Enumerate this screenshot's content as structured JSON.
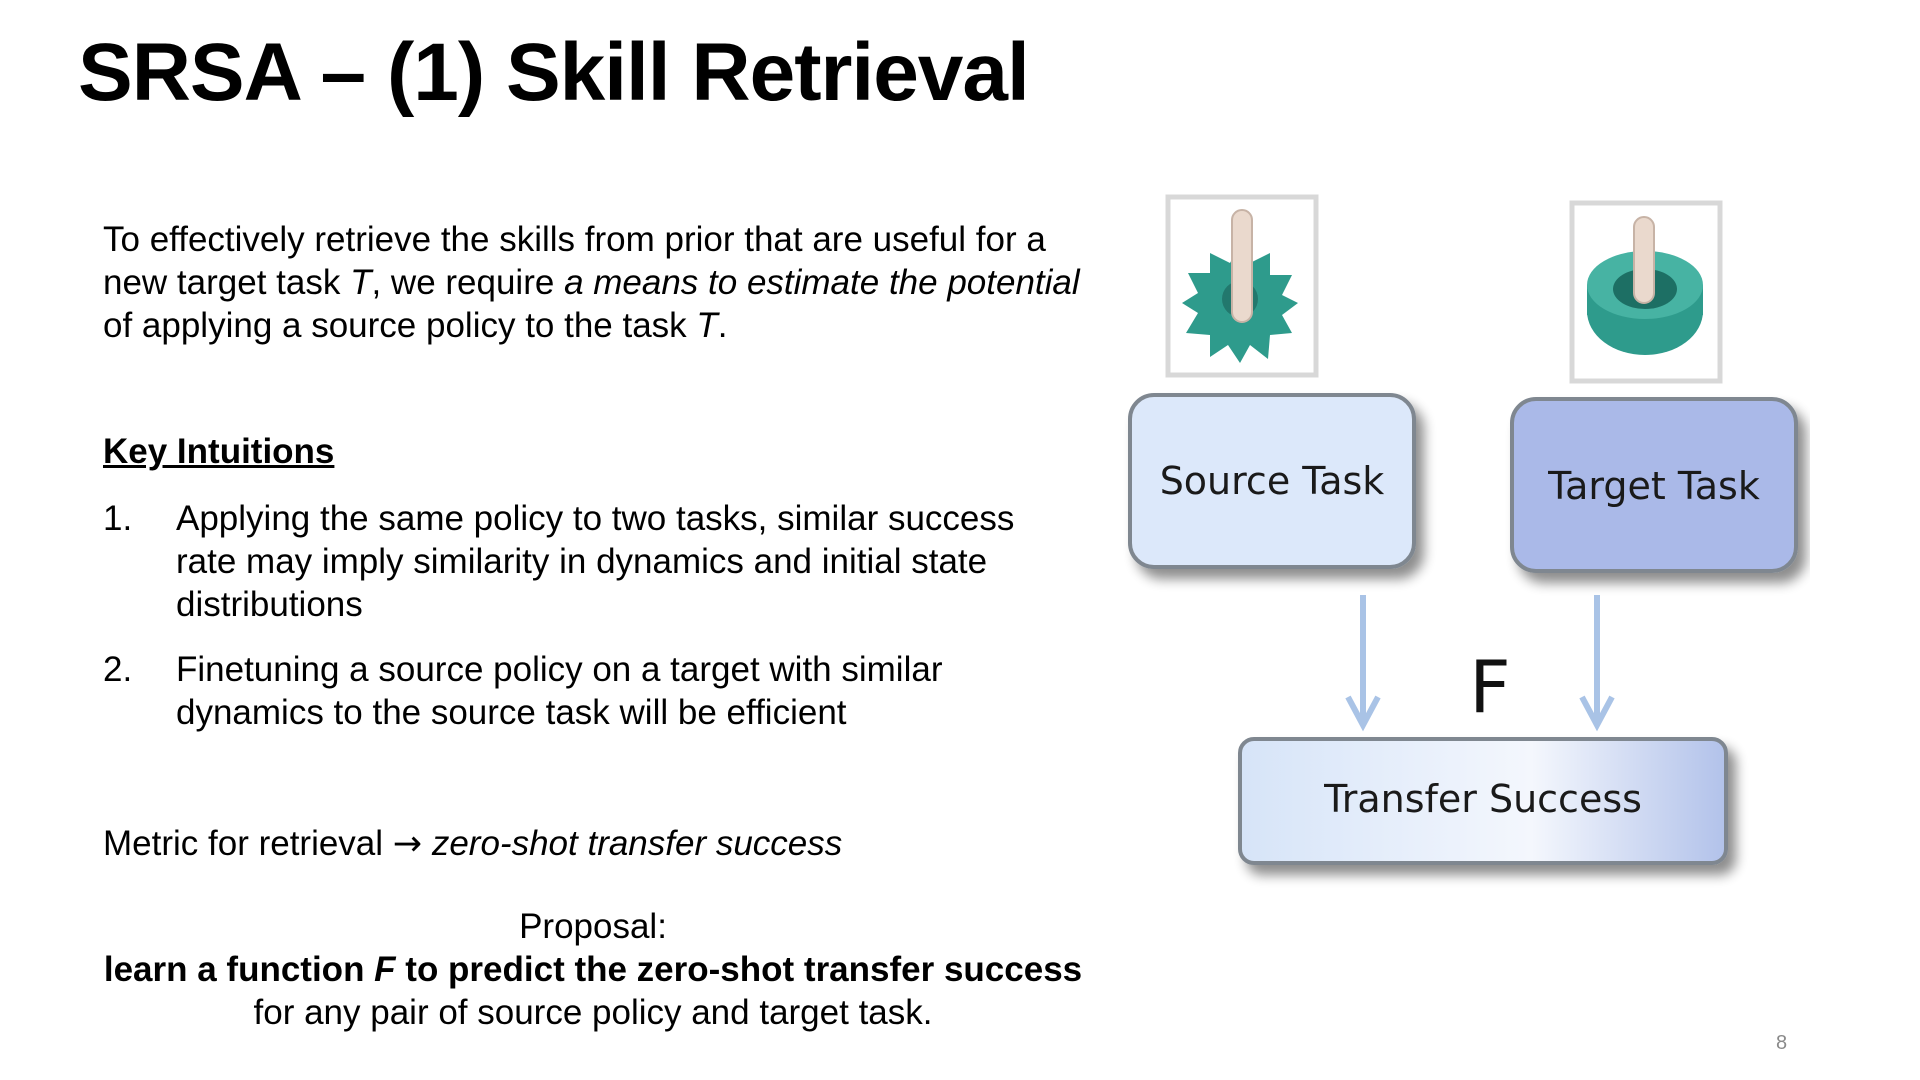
{
  "slide": {
    "title": "SRSA – (1) Skill Retrieval",
    "page_number": "8"
  },
  "intro": {
    "part1": "To effectively retrieve the skills from prior that are useful for a new target task ",
    "var_T": "T",
    "part2": ", we require ",
    "emph": "a means to estimate the potential",
    "part3": " of applying a source policy to the task ",
    "var_T2": "T",
    "part4": "."
  },
  "key_intuitions": {
    "heading": "Key Intuitions",
    "items": [
      {
        "num": "1.",
        "text": "Applying the same policy to two tasks, similar success rate may imply similarity in dynamics and initial state distributions"
      },
      {
        "num": "2.",
        "text": "Finetuning a source policy on a target with similar dynamics to the source task will be efficient"
      }
    ]
  },
  "metric": {
    "label": "Metric for retrieval ",
    "arrow": "→",
    "value": "zero-shot transfer success"
  },
  "proposal": {
    "heading": "Proposal:",
    "line2_a": "learn a function ",
    "line2_F": "F",
    "line2_b": " to predict the zero-shot transfer success",
    "line3": "for any pair of source policy and target task."
  },
  "diagram": {
    "source_label": "Source Task",
    "target_label": "Target Task",
    "function_label": "F",
    "result_label": "Transfer Success",
    "colors": {
      "source_box": "#dce8fa",
      "target_box": "#aab9e8",
      "arrow": "#a9c3e6",
      "peg": "#2e9b8c",
      "rod": "#e8d8cc"
    }
  }
}
